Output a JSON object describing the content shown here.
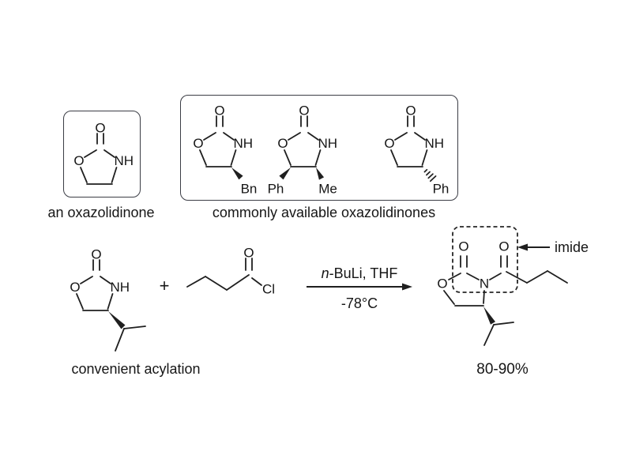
{
  "canvas": {
    "background": "#ffffff",
    "bond_color": "#1f1f1f",
    "text_color": "#161616",
    "box_border_color": "#3b3d45",
    "dash_color": "#262626"
  },
  "atoms": {
    "oxygen": "O",
    "nh": "NH",
    "nitrogen": "N",
    "chlorine": "Cl",
    "benzyl": "Bn",
    "phenyl": "Ph",
    "methyl": "Me"
  },
  "captions": {
    "single_box": "an oxazolidinone",
    "group_box": "commonly available oxazolidinones",
    "acylation": "convenient acylation",
    "yield": "80-90%"
  },
  "reaction": {
    "plus": "+",
    "reagent_italic": "n",
    "reagent_rest": "-BuLi, THF",
    "temperature": "-78°C",
    "imide_label": "imide"
  }
}
